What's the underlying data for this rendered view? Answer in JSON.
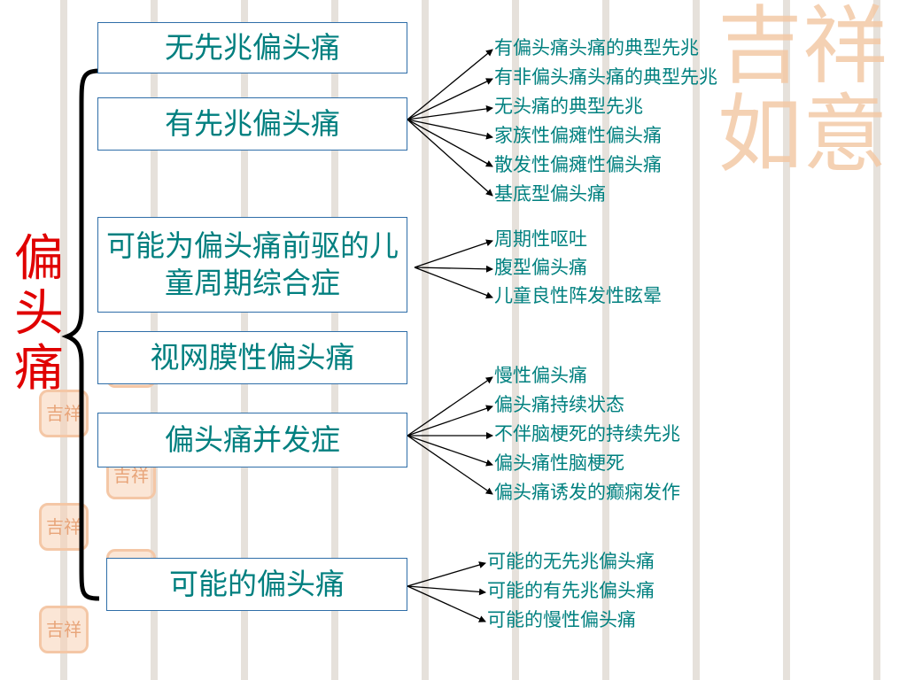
{
  "title": "偏头痛",
  "categories": [
    {
      "label": "无先兆偏头痛",
      "items": []
    },
    {
      "label": "有先兆偏头痛",
      "items": [
        "有偏头痛头痛的典型先兆",
        "有非偏头痛头痛的典型先兆",
        "无头痛的典型先兆",
        "家族性偏瘫性偏头痛",
        "散发性偏瘫性偏头痛",
        "基底型偏头痛"
      ]
    },
    {
      "label": "可能为偏头痛前驱的儿童周期综合症",
      "items": [
        "周期性呕吐",
        "腹型偏头痛",
        "儿童良性阵发性眩晕"
      ]
    },
    {
      "label": "视网膜性偏头痛",
      "items": []
    },
    {
      "label": "偏头痛并发症",
      "items": [
        "慢性偏头痛",
        "偏头痛持续状态",
        "不伴脑梗死的持续先兆",
        "偏头痛性脑梗死",
        "偏头痛诱发的癫痫发作"
      ]
    },
    {
      "label": "可能的偏头痛",
      "items": [
        "可能的无先兆偏头痛",
        "可能的有先兆偏头痛",
        "可能的慢性偏头痛"
      ]
    }
  ],
  "colors": {
    "title": "#e00000",
    "text": "#007f7f",
    "box_border": "#2f6ea8",
    "arrow": "#000000",
    "decoration": "#f4c7a6"
  }
}
